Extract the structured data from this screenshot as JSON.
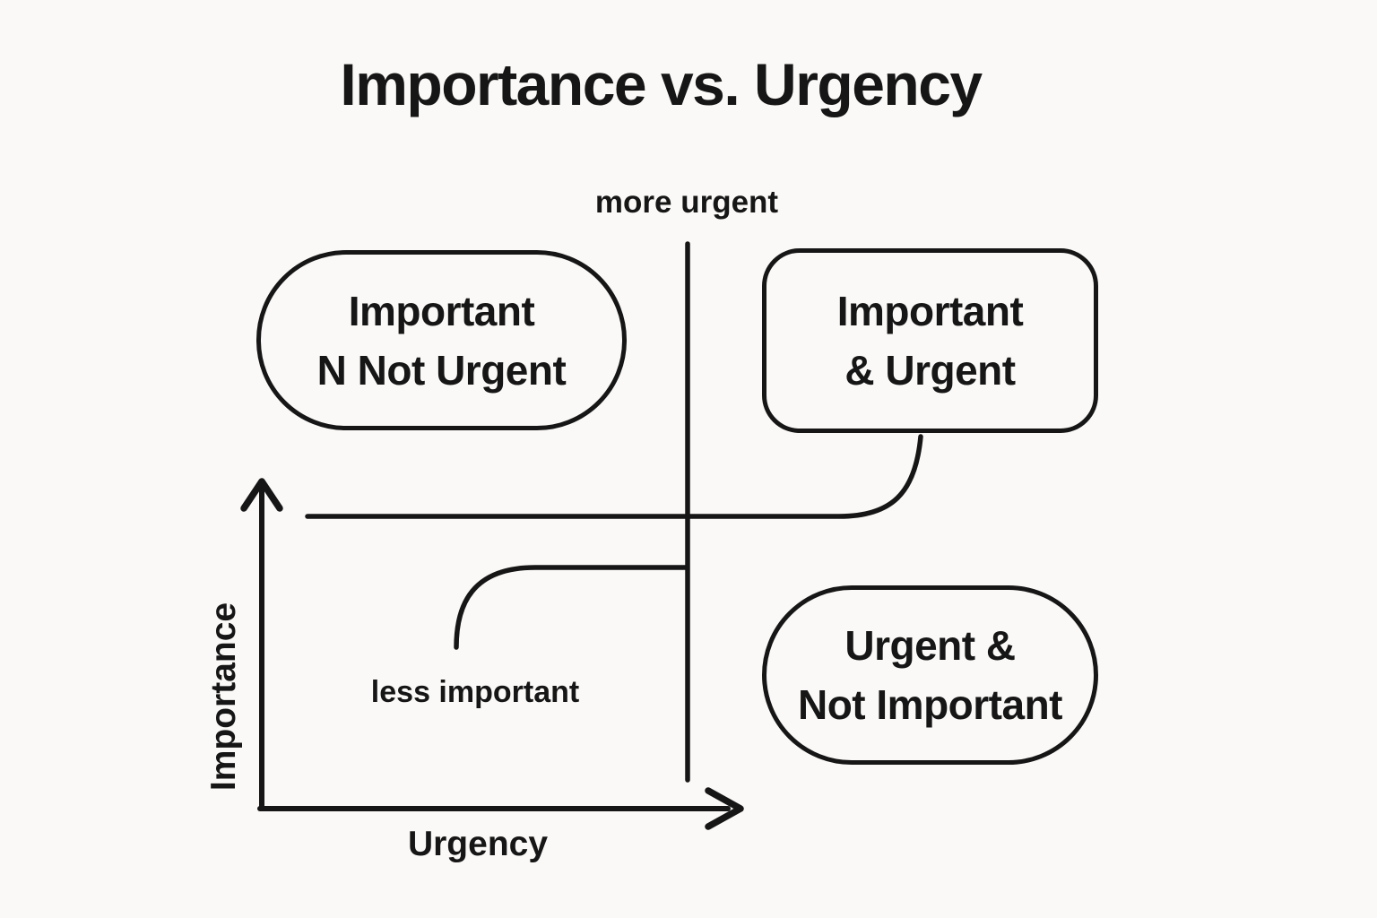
{
  "title": "Importance vs. Urgency",
  "colors": {
    "background": "#FAF9F7",
    "ink": "#161616"
  },
  "axes": {
    "x_label": "Urgency",
    "y_label": "Importance",
    "top_annotation": "more urgent",
    "lower_left_annotation": "less important"
  },
  "quadrants": {
    "top_left": {
      "shape": "pill",
      "line1": "Important",
      "line2": "N Not Urgent"
    },
    "top_right": {
      "shape": "rounded-rectangle",
      "line1": "Important",
      "line2": "& Urgent"
    },
    "bottom_right": {
      "shape": "pill",
      "line1": "Urgent &",
      "line2": "Not Important"
    }
  }
}
